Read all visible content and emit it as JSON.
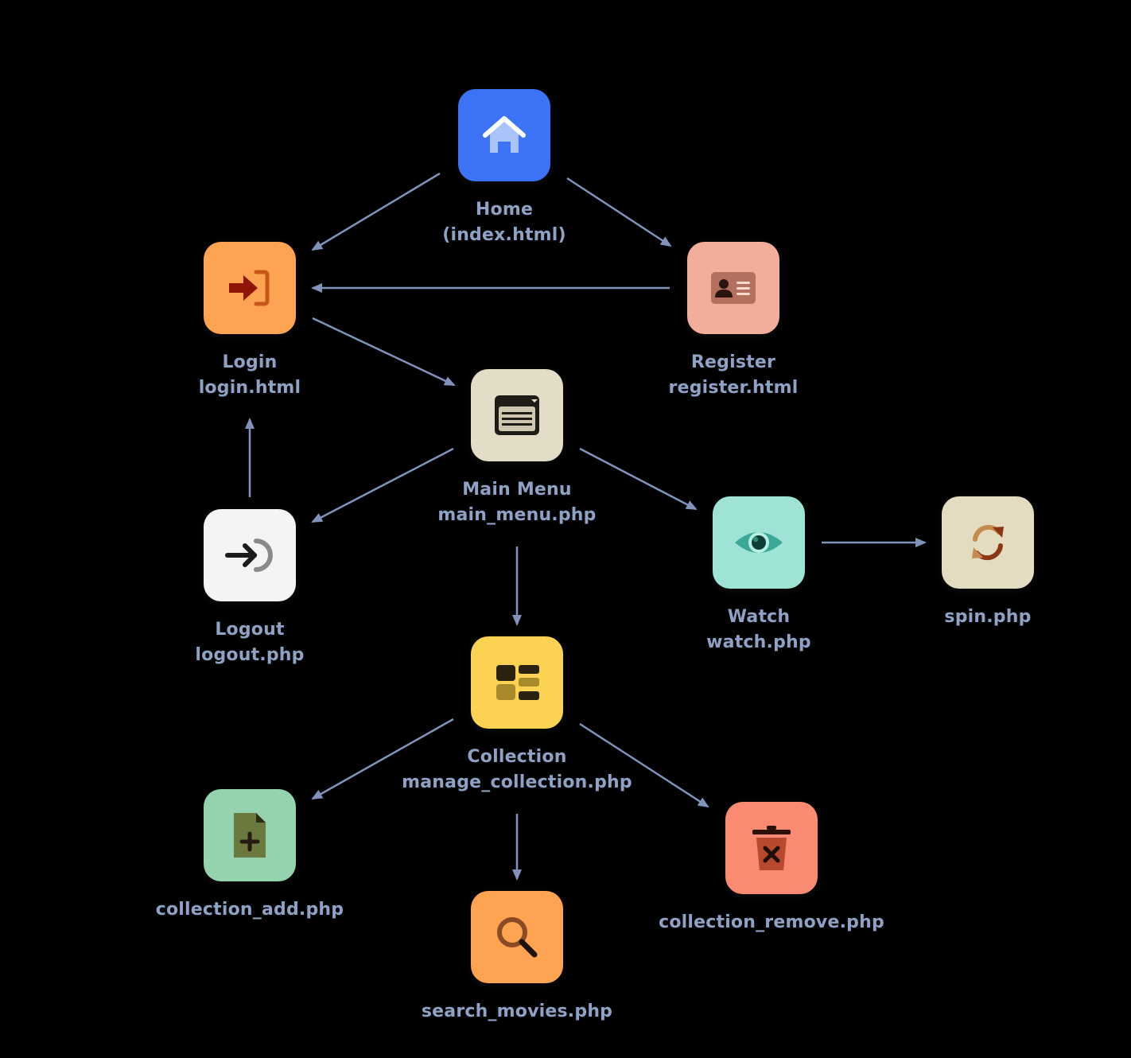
{
  "colors": {
    "background": "#000000",
    "edge": "#7f93bd",
    "label": "#8ea2c6"
  },
  "nodes": {
    "home": {
      "title": "Home",
      "file": "(index.html)",
      "icon": "house-icon",
      "color": "#3d74f7"
    },
    "login": {
      "title": "Login",
      "file": "login.html",
      "icon": "sign-in-icon",
      "color": "#fda352"
    },
    "register": {
      "title": "Register",
      "file": "register.html",
      "icon": "id-card-icon",
      "color": "#f2ad9b"
    },
    "main_menu": {
      "title": "Main Menu",
      "file": "main_menu.php",
      "icon": "window-icon",
      "color": "#e3dcc6"
    },
    "logout": {
      "title": "Logout",
      "file": "logout.php",
      "icon": "sign-out-icon",
      "color": "#f4f4f4"
    },
    "watch": {
      "title": "Watch",
      "file": "watch.php",
      "icon": "eye-icon",
      "color": "#9ee3d6"
    },
    "spin": {
      "title": "",
      "file": "spin.php",
      "icon": "refresh-icon",
      "color": "#e3dcc1"
    },
    "collection": {
      "title": "Collection",
      "file": "manage_collection.php",
      "icon": "dashboard-icon",
      "color": "#fcd252"
    },
    "collection_add": {
      "title": "",
      "file": "collection_add.php",
      "icon": "file-add-icon",
      "color": "#94d3ae"
    },
    "search_movies": {
      "title": "",
      "file": "search_movies.php",
      "icon": "search-icon",
      "color": "#fda352"
    },
    "collection_remove": {
      "title": "",
      "file": "collection_remove.php",
      "icon": "trash-icon",
      "color": "#fb8a72"
    }
  },
  "edges": [
    {
      "from": "home",
      "to": "login"
    },
    {
      "from": "home",
      "to": "register"
    },
    {
      "from": "register",
      "to": "login"
    },
    {
      "from": "login",
      "to": "main_menu"
    },
    {
      "from": "main_menu",
      "to": "logout"
    },
    {
      "from": "logout",
      "to": "login"
    },
    {
      "from": "main_menu",
      "to": "watch"
    },
    {
      "from": "watch",
      "to": "spin"
    },
    {
      "from": "main_menu",
      "to": "collection"
    },
    {
      "from": "collection",
      "to": "collection_add"
    },
    {
      "from": "collection",
      "to": "search_movies"
    },
    {
      "from": "collection",
      "to": "collection_remove"
    }
  ]
}
